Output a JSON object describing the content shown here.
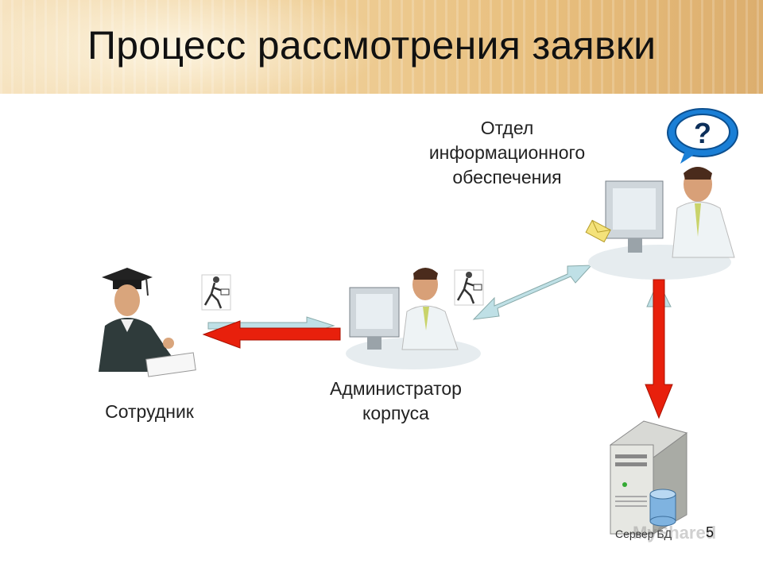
{
  "title": "Процесс рассмотрения заявки",
  "nodes": {
    "employee": "Сотрудник",
    "admin_line1": "Администратор",
    "admin_line2": "корпуса",
    "dept_line1": "Отдел",
    "dept_line2": "информационного",
    "dept_line3": "обеспечения",
    "server": "Сервер БД"
  },
  "page_number": "5",
  "watermark": "MyShared",
  "icons": [
    "graduate-icon",
    "courier-icon",
    "admin-computer-icon",
    "dept-computer-icon",
    "question-bubble-icon",
    "envelope-icon",
    "server-icon",
    "database-icon"
  ],
  "colors": {
    "red_arrow": "#e8200c",
    "light_arrow": "#bfe0e6",
    "bubble_blue": "#1a7fd6"
  }
}
